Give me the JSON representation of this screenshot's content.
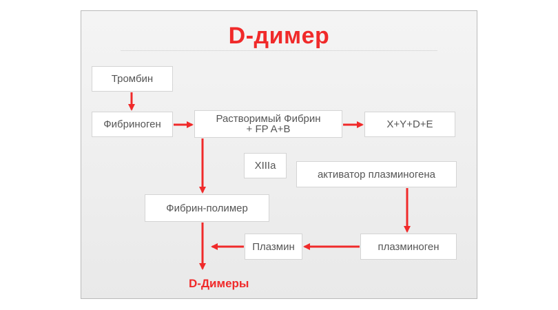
{
  "title": "D-димер",
  "nodes": {
    "thrombin": "Тромбин",
    "fibrinogen": "Фибриноген",
    "soluble_fibrin": "Растворимый Фибрин\n+ FP A+B",
    "xyde": "X+Y+D+E",
    "factor_xiiia": "XIIIa",
    "plasminogen_activator": "активатор плазминогена",
    "fibrin_polymer": "Фибрин-полимер",
    "plasmin": "Плазмин",
    "plasminogen": "плазминоген"
  },
  "result": "D-Димеры",
  "colors": {
    "arrow": "#f02a2a",
    "title": "#f02a2a",
    "node_text": "#555555"
  }
}
